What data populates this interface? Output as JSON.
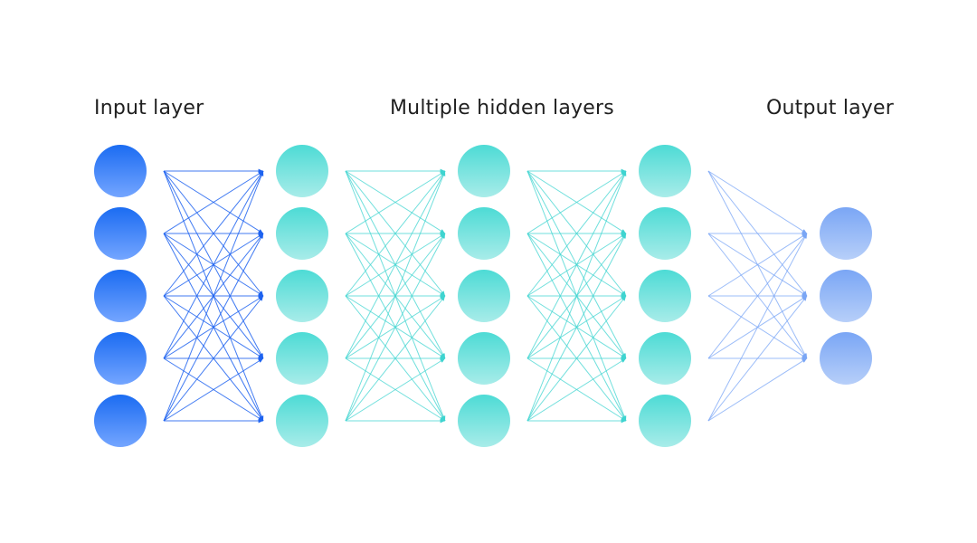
{
  "labels": {
    "input": "Input layer",
    "hidden": "Multiple hidden layers",
    "output": "Output layer"
  },
  "network": {
    "layers": [
      {
        "kind": "input",
        "nodes": 5
      },
      {
        "kind": "hidden",
        "nodes": 5
      },
      {
        "kind": "hidden",
        "nodes": 5
      },
      {
        "kind": "hidden",
        "nodes": 5
      },
      {
        "kind": "output",
        "nodes": 3
      }
    ],
    "colors": {
      "input_top": "#1b6cf2",
      "input_bottom": "#74a5ff",
      "hidden_top": "#4ddbd5",
      "hidden_bottom": "#a8ece9",
      "output_top": "#7aa6f5",
      "output_bottom": "#b7cff9",
      "edge_input": "#1e63f0",
      "edge_hidden": "#3fd4d0",
      "edge_output": "#7aa6f5"
    }
  }
}
